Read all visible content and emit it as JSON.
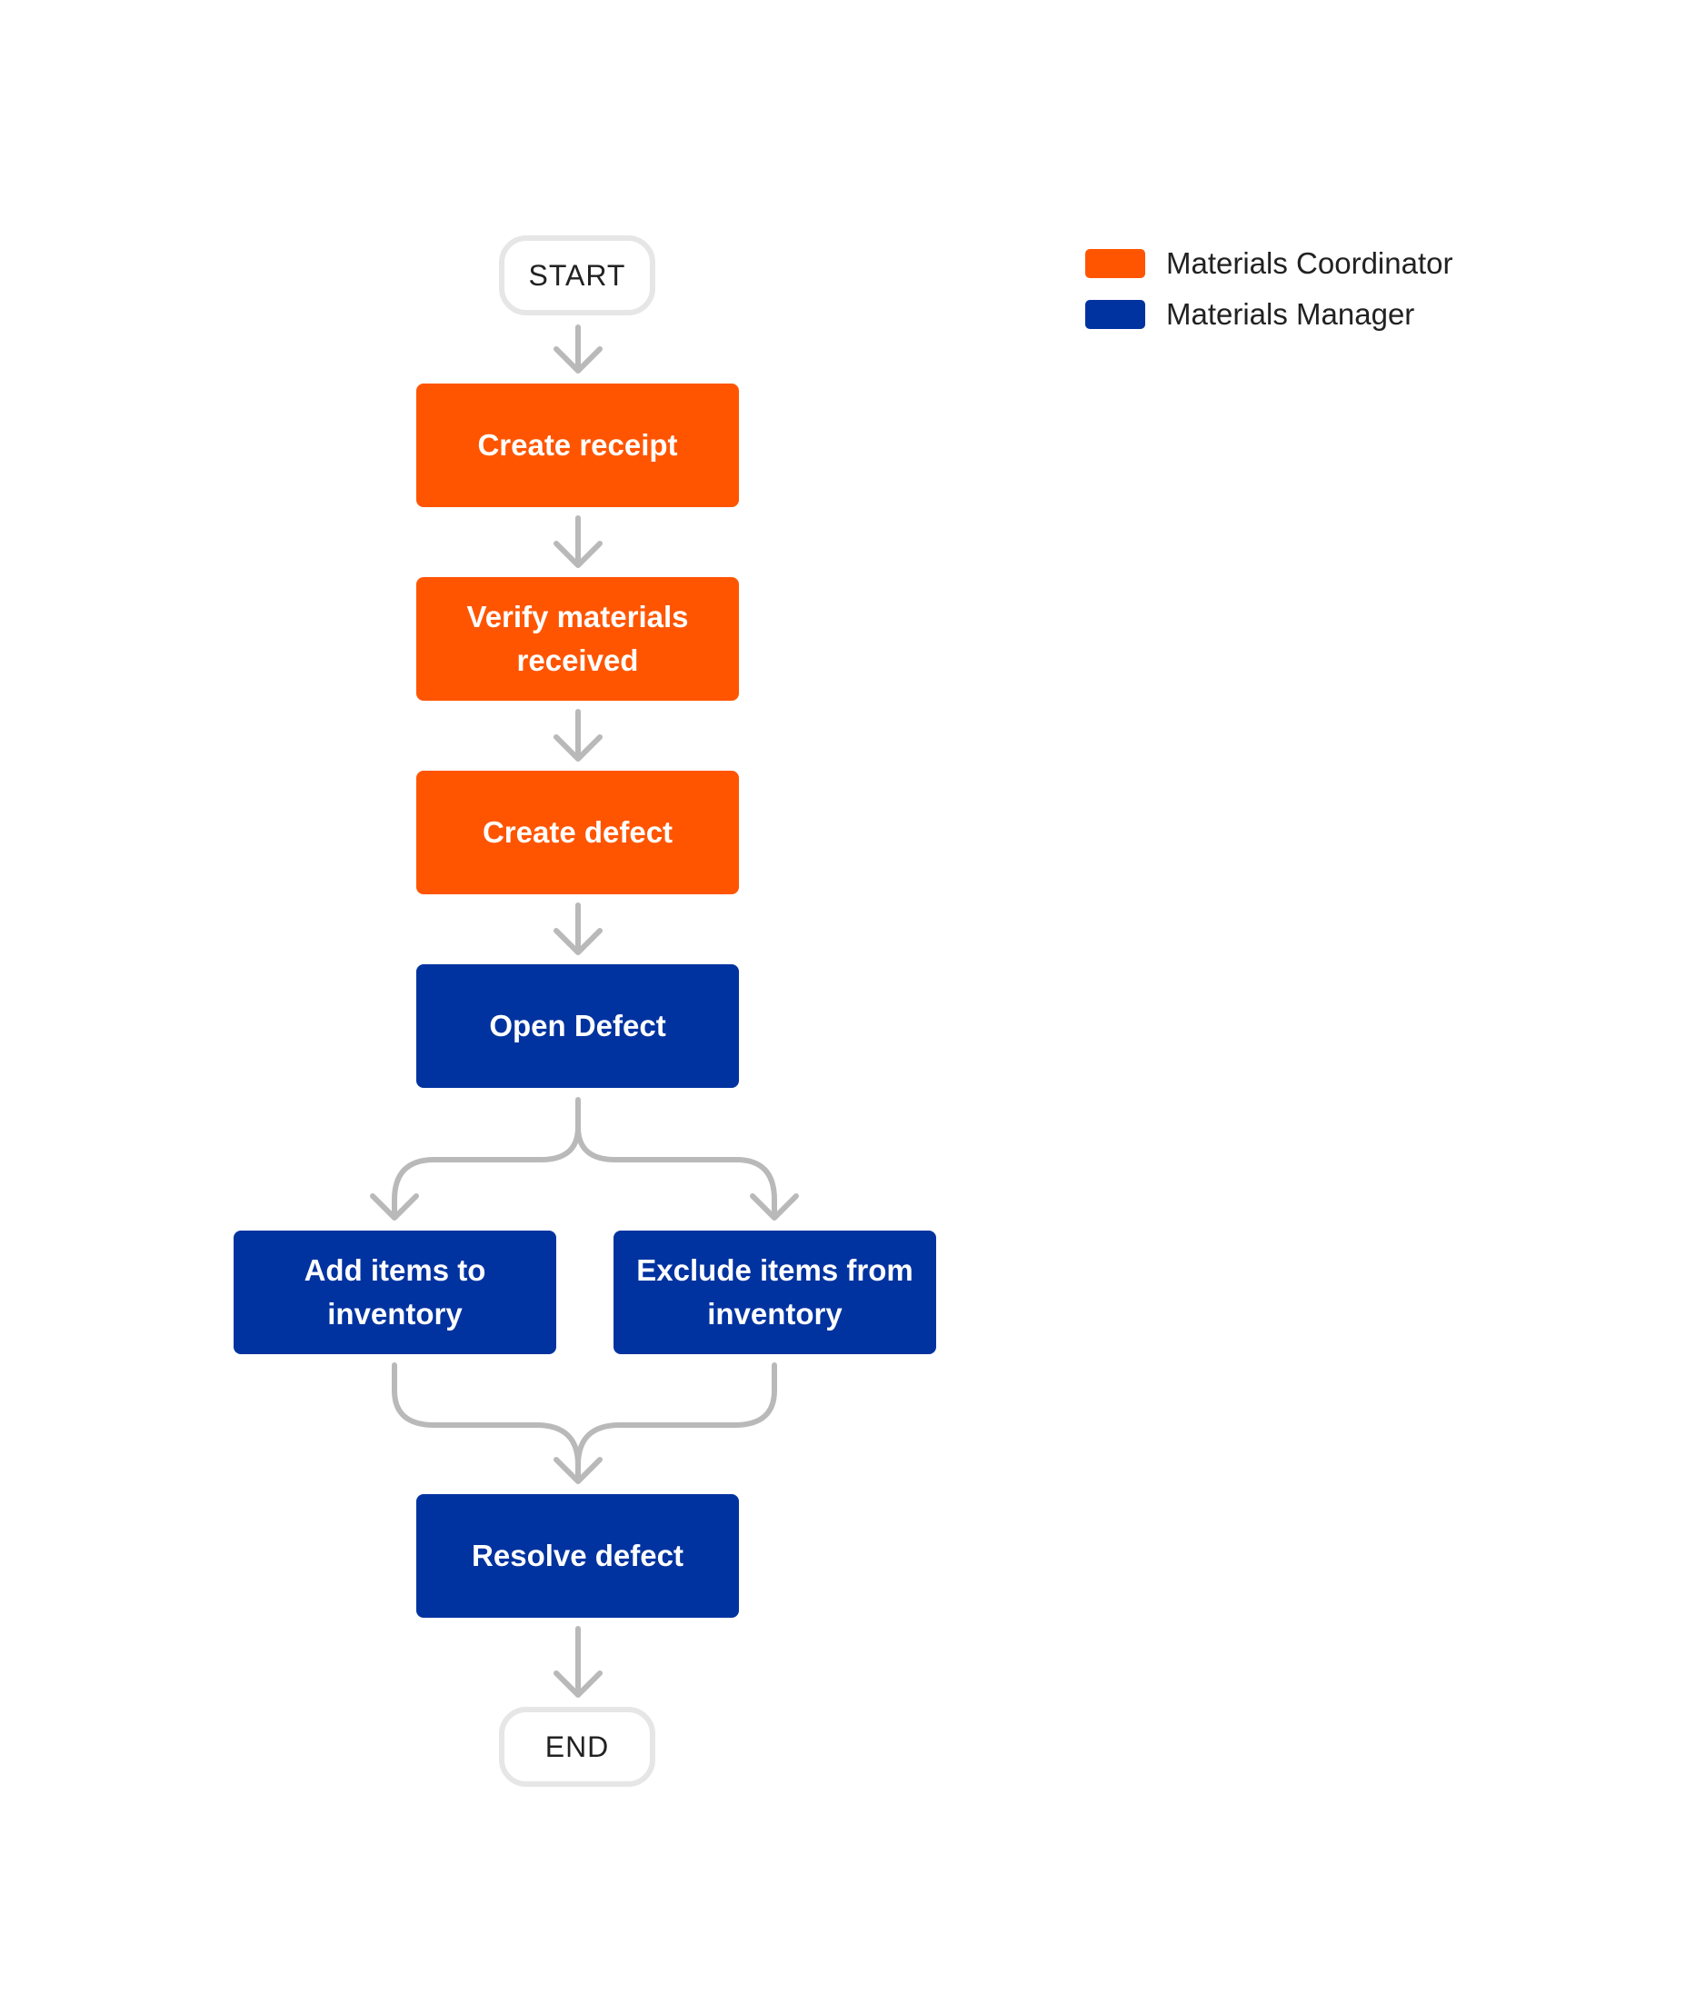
{
  "colors": {
    "coordinator": "#ff5500",
    "manager": "#0033a0",
    "connector": "#b9b9b9",
    "terminal_border": "#e6e6e6"
  },
  "legend": {
    "items": [
      {
        "label": "Materials Coordinator",
        "color": "#ff5500"
      },
      {
        "label": "Materials Manager",
        "color": "#0033a0"
      }
    ]
  },
  "flow": {
    "start": "START",
    "end": "END",
    "steps": {
      "create_receipt": "Create receipt",
      "verify_materials": "Verify materials received",
      "create_defect": "Create defect",
      "open_defect": "Open Defect",
      "add_items": "Add items to inventory",
      "exclude_items": "Exclude items from inventory",
      "resolve_defect": "Resolve defect"
    }
  }
}
